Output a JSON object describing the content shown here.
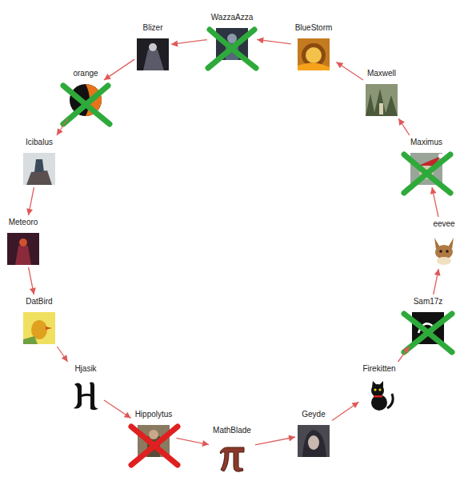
{
  "diagram": {
    "nodes": [
      {
        "text": [
          "WazzaAzza"
        ]
      },
      {
        "text": [
          "BlueStorm"
        ]
      },
      {
        "text": [
          "Maxwell"
        ]
      },
      {
        "text": [
          "Maximus"
        ]
      },
      {
        "text": [
          "eevee"
        ]
      },
      {
        "text": [
          "Sam17z"
        ]
      },
      {
        "text": [
          "Firekitten"
        ]
      },
      {
        "text": [
          "Geyde"
        ]
      },
      {
        "text": [
          "MathBlade"
        ]
      },
      {
        "text": [
          "Hippolytus"
        ]
      },
      {
        "text": [
          "Hjasik"
        ]
      },
      {
        "text": [
          "DatBird"
        ]
      },
      {
        "text": [
          "Meteoro"
        ]
      },
      {
        "text": [
          "Icibalus"
        ]
      },
      {
        "text": [
          "orange"
        ]
      },
      {
        "text": [
          "Blizer"
        ]
      }
    ],
    "edges": [
      {
        "from": 1,
        "to": 0,
        "arrow": "to"
      },
      {
        "from": 0,
        "to": 15,
        "arrow": "to"
      },
      {
        "from": 15,
        "to": 14,
        "arrow": "to"
      },
      {
        "from": 14,
        "to": 13,
        "arrow": "to"
      },
      {
        "from": 13,
        "to": 12,
        "arrow": "to"
      },
      {
        "from": 12,
        "to": 11,
        "arrow": "to"
      },
      {
        "from": 11,
        "to": 10,
        "arrow": "to"
      },
      {
        "from": 10,
        "to": 9,
        "arrow": "to"
      },
      {
        "from": 9,
        "to": 8,
        "arrow": "to"
      },
      {
        "from": 8,
        "to": 7,
        "arrow": "to"
      },
      {
        "from": 7,
        "to": 6,
        "arrow": "to"
      },
      {
        "from": 6,
        "to": 5,
        "arrow": "to"
      },
      {
        "from": 5,
        "to": 4,
        "arrow": "to"
      },
      {
        "from": 4,
        "to": 3,
        "arrow": "to"
      },
      {
        "from": 3,
        "to": 2,
        "arrow": "to"
      },
      {
        "from": 2,
        "to": 1,
        "arrow": "to"
      }
    ]
  }
}
